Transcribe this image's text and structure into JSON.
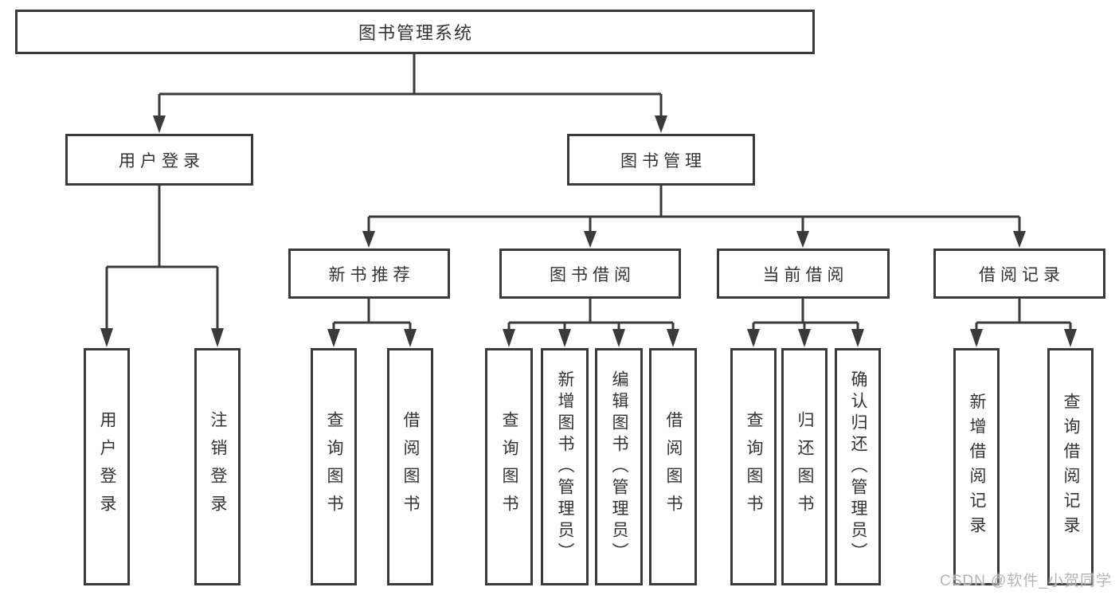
{
  "tree": {
    "root": {
      "label": "图书管理系统",
      "children": [
        {
          "label": "用户登录",
          "children": [
            {
              "label": "用户登录"
            },
            {
              "label": "注销登录"
            }
          ]
        },
        {
          "label": "图书管理",
          "children": [
            {
              "label": "新书推荐",
              "children": [
                {
                  "label": "查询图书"
                },
                {
                  "label": "借阅图书"
                }
              ]
            },
            {
              "label": "图书借阅",
              "children": [
                {
                  "label": "查询图书"
                },
                {
                  "label": "新增图书（管理员）"
                },
                {
                  "label": "编辑图书（管理员）"
                },
                {
                  "label": "借阅图书"
                }
              ]
            },
            {
              "label": "当前借阅",
              "children": [
                {
                  "label": "查询图书"
                },
                {
                  "label": "归还图书"
                },
                {
                  "label": "确认归还（管理员）"
                }
              ]
            },
            {
              "label": "借阅记录",
              "children": [
                {
                  "label": "新增借阅记录"
                },
                {
                  "label": "查询借阅记录"
                }
              ]
            }
          ]
        }
      ]
    }
  },
  "watermark": "CSDN @软件_小贺同学"
}
